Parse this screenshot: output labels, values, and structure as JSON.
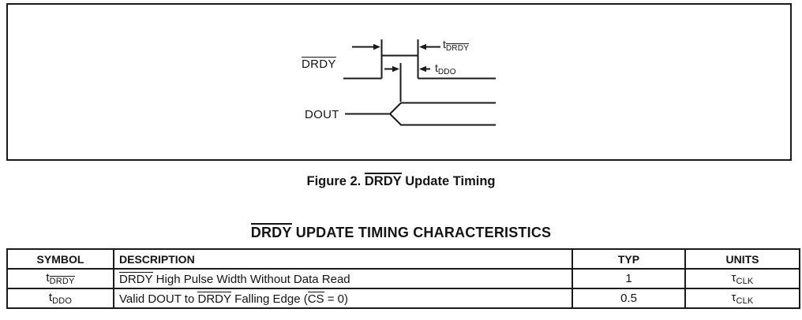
{
  "colors": {
    "background": "#ffffff",
    "line": "#1a1a1a",
    "text": "#141414"
  },
  "figure": {
    "drdy_label": "DRDY",
    "dout_label": "DOUT",
    "t_drdy": {
      "base": "t",
      "sub": "DRDY"
    },
    "t_ddo": {
      "base": "t",
      "sub": "DDO"
    }
  },
  "caption": {
    "prefix": "Figure 2. ",
    "signal": "DRDY",
    "suffix": " Update Timing"
  },
  "heading": {
    "signal": "DRDY",
    "rest": " UPDATE TIMING CHARACTERISTICS"
  },
  "table": {
    "headers": {
      "symbol": "SYMBOL",
      "description": "DESCRIPTION",
      "typ": "TYP",
      "units": "UNITS"
    },
    "rows": [
      {
        "symbol": {
          "base": "t",
          "sub": "DRDY"
        },
        "desc_ov": "DRDY",
        "desc_rest": " High Pulse Width Without Data Read",
        "typ": "1",
        "units": {
          "base": "τ",
          "sub": "CLK"
        }
      },
      {
        "symbol": {
          "base": "t",
          "sub": "DDO"
        },
        "desc_p1": "Valid DOUT to ",
        "desc_ov1": "DRDY",
        "desc_p2": " Falling Edge (",
        "desc_ov2": "CS",
        "desc_p3": " = 0)",
        "typ": "0.5",
        "units": {
          "base": "τ",
          "sub": "CLK"
        }
      }
    ]
  }
}
